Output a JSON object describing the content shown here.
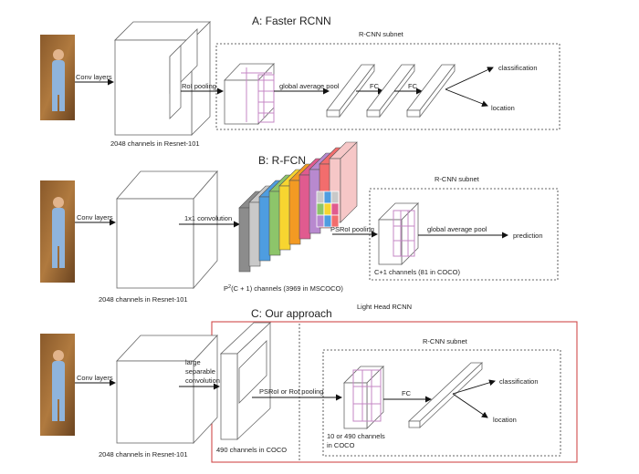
{
  "panels": {
    "a": {
      "title": "A: Faster RCNN",
      "subnet": "R-CNN subnet",
      "conv": "Conv layers",
      "channels": "2048 channels in Resnet-101",
      "roi_pool": "RoI pooling",
      "gap": "global average pool",
      "fc1": "FC",
      "fc2": "FC",
      "cls": "classification",
      "loc": "location"
    },
    "b": {
      "title": "B: R-FCN",
      "subnet": "R-CNN subnet",
      "conv": "Conv layers",
      "channels": "2048 channels in Resnet-101",
      "conv1x1": "1x1 convolution",
      "psroi": "PSRoI pooling",
      "gap": "global average pool",
      "pred": "prediction",
      "score_maps_prefix": "P",
      "score_maps_sup": "2",
      "score_maps_suffix": "(C + 1)  channels (3969 in MSCOCO)",
      "c1": "C+1 channels (81 in COCO)"
    },
    "c": {
      "title": "C: Our approach",
      "light_head": "Light Head RCNN",
      "subnet": "R-CNN subnet",
      "conv": "Conv layers",
      "channels": "2048 channels in Resnet-101",
      "sep1": "large",
      "sep2": "separable",
      "sep3": "convolution",
      "pool": "PSRoI or RoI pooling",
      "fc": "FC",
      "cls": "classification",
      "loc": "location",
      "ch490": "490 channels in COCO",
      "ch10_1": "10  or 490 channels",
      "ch10_2": "in COCO"
    }
  },
  "colors": {
    "score_maps": [
      "#8c8c8c",
      "#c9c9c9",
      "#4e9de0",
      "#8dc56a",
      "#f7d530",
      "#f39a23",
      "#e05b8f",
      "#b889cf",
      "#f26d6d",
      "#f6c7c7"
    ],
    "roi_grid": "#c487c4",
    "light_head_border": "#d04a4a"
  }
}
